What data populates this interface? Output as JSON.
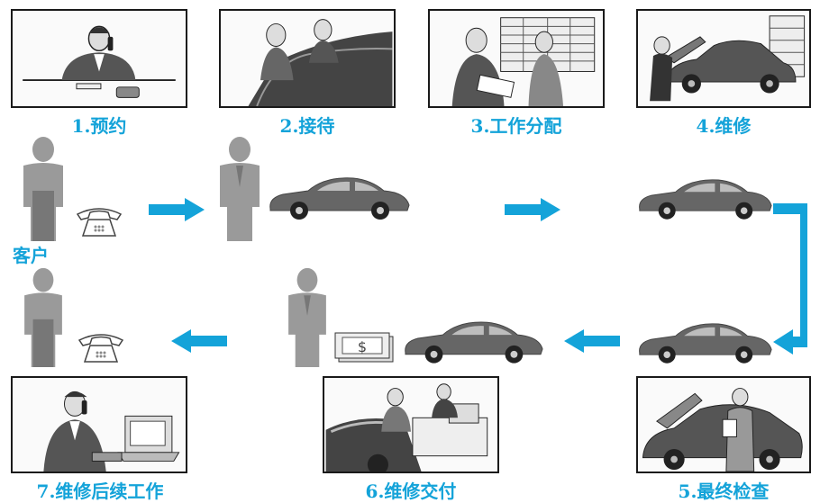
{
  "steps": [
    {
      "label": "1.预约"
    },
    {
      "label": "2.接待"
    },
    {
      "label": "3.工作分配"
    },
    {
      "label": "4.维修"
    },
    {
      "label": "5.最终检查"
    },
    {
      "label": "6.维修交付"
    },
    {
      "label": "7.维修后续工作"
    }
  ],
  "customer_label": "客户",
  "money_symbol": "$",
  "colors": {
    "accent": "#14a3d9",
    "figure_gray": "#9a9a9a",
    "car_gray": "#666666"
  }
}
